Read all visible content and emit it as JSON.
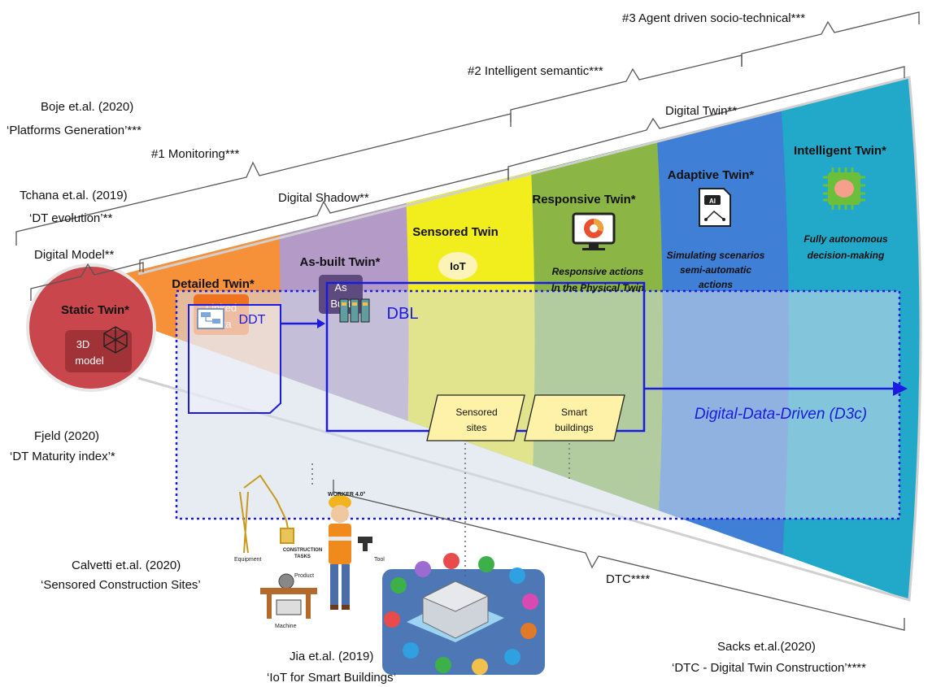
{
  "references": {
    "boje": {
      "author": "Boje et.al. (2020)",
      "title": "‘Platforms Generation’***"
    },
    "tchana": {
      "author": "Tchana et.al. (2019)",
      "title": "‘DT evolution’**"
    },
    "fjeld": {
      "author": "Fjeld (2020)",
      "title": "‘DT Maturity index’*"
    },
    "calvetti": {
      "author": "Calvetti et.al. (2020)",
      "title": "‘Sensored Construction Sites’"
    },
    "jia": {
      "author": "Jia et.al. (2019)",
      "title": "‘IoT for Smart Buildings’"
    },
    "sacks": {
      "author": "Sacks et.al.(2020)",
      "title": "‘DTC - Digital Twin Construction’****"
    }
  },
  "brackets": {
    "monitoring": "#1 Monitoring***",
    "semantic": "#2 Intelligent semantic***",
    "socio": "#3 Agent driven socio-technical***",
    "digital_model": "Digital Model**",
    "digital_shadow": "Digital Shadow**",
    "digital_twin": "Digital Twin**",
    "dtc": "DTC****"
  },
  "stages": {
    "static": {
      "title": "Static Twin*",
      "box_line1": "3D",
      "box_line2": "model",
      "color": "#c8464c"
    },
    "detailed": {
      "title": "Detailed Twin*",
      "box_line1": "Linked",
      "box_line2": "data",
      "color": "#f6913a"
    },
    "asbuilt": {
      "title": "As-built Twin*",
      "box_line1": "As",
      "box_line2": "Built",
      "color": "#b49ac6"
    },
    "sensored": {
      "title": "Sensored Twin",
      "box": "IoT",
      "color": "#f2ee1e"
    },
    "responsive": {
      "title": "Responsive Twin*",
      "desc_line1": "Responsive actions",
      "desc_line2": "In the Physical Twin",
      "color": "#8bb646"
    },
    "adaptive": {
      "title": "Adaptive Twin*",
      "desc_line1": "Simulating scenarios",
      "desc_line2": "semi-automatic",
      "desc_line3": "actions",
      "color": "#3f7fd6"
    },
    "intelligent": {
      "title": "Intelligent Twin*",
      "desc_line1": "Fully autonomous",
      "desc_line2": "decision-making",
      "color": "#22a8c8"
    }
  },
  "overlay": {
    "ddt": "DDT",
    "dbl": "DBL",
    "sensored_sites_line1": "Sensored",
    "sensored_sites_line2": "sites",
    "smart_buildings_line1": "Smart",
    "smart_buildings_line2": "buildings",
    "d3c": "Digital-Data-Driven (D3c)",
    "accent": "#1a1ae0"
  },
  "illustration": {
    "worker": "WORKER 4.0°",
    "tasks_line1": "CONSTRUCTION",
    "tasks_line2": "TASKS",
    "equipment": "Equipment",
    "tool": "Tool",
    "product": "Product",
    "machine": "Machine",
    "ai": "AI"
  }
}
